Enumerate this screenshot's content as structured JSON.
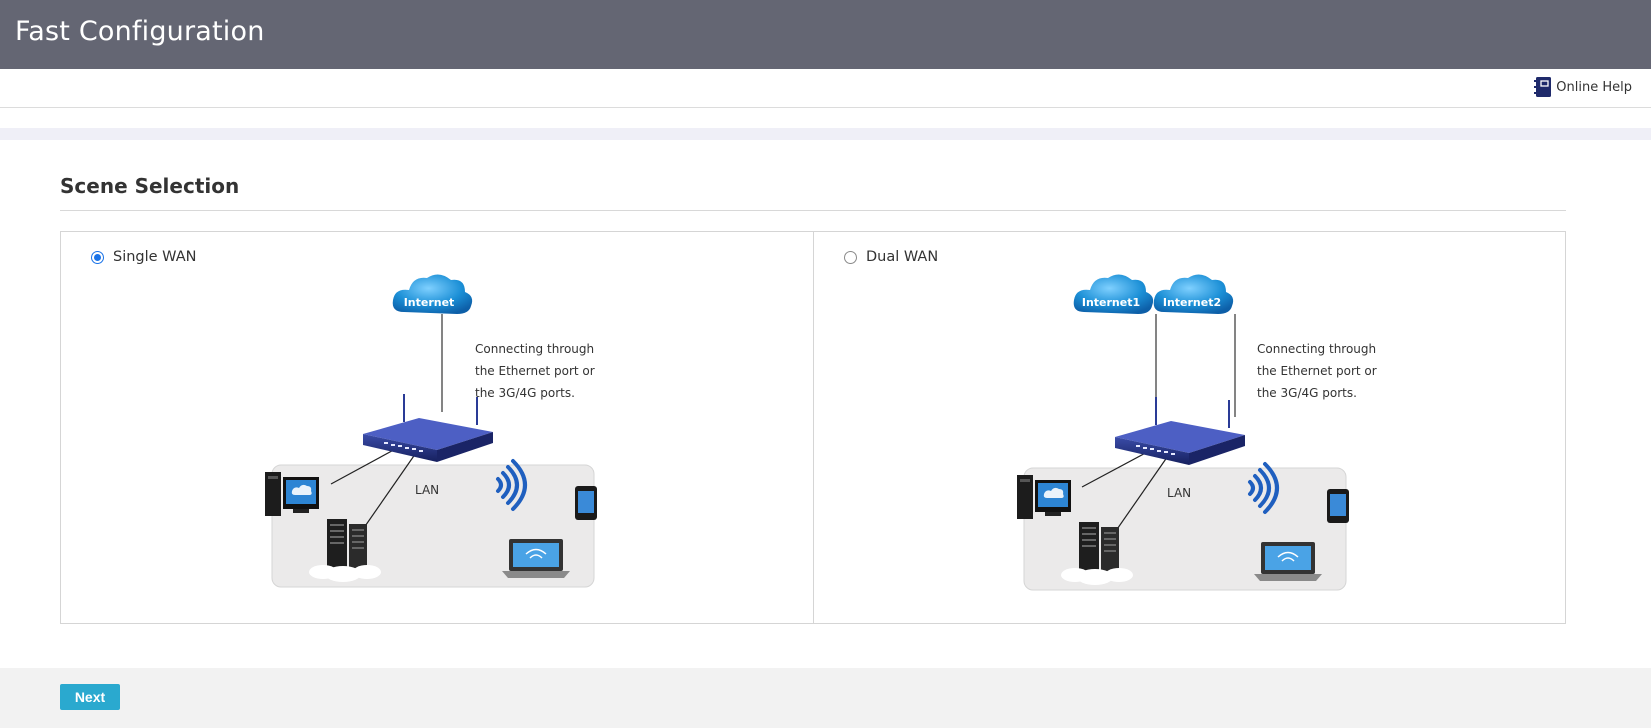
{
  "header": {
    "title": "Fast Configuration"
  },
  "help": {
    "label": "Online Help",
    "icon": "help-book-icon"
  },
  "section": {
    "title": "Scene Selection"
  },
  "scenes": [
    {
      "label": "Single WAN",
      "selected": true,
      "clouds": [
        "Internet"
      ],
      "description": [
        "Connecting through",
        "the Ethernet port or",
        "the 3G/4G ports."
      ],
      "lan_label": "LAN"
    },
    {
      "label": "Dual WAN",
      "selected": false,
      "clouds": [
        "Internet1",
        "Internet2"
      ],
      "description": [
        "Connecting through",
        "the Ethernet port or",
        "the 3G/4G ports."
      ],
      "lan_label": "LAN"
    }
  ],
  "footer": {
    "next_label": "Next"
  },
  "colors": {
    "header_bg": "#646673",
    "accent_button": "#2aa9cf",
    "radio_selected": "#1a73e8",
    "router": "#22307a",
    "cloud": "#1b8fd6"
  }
}
